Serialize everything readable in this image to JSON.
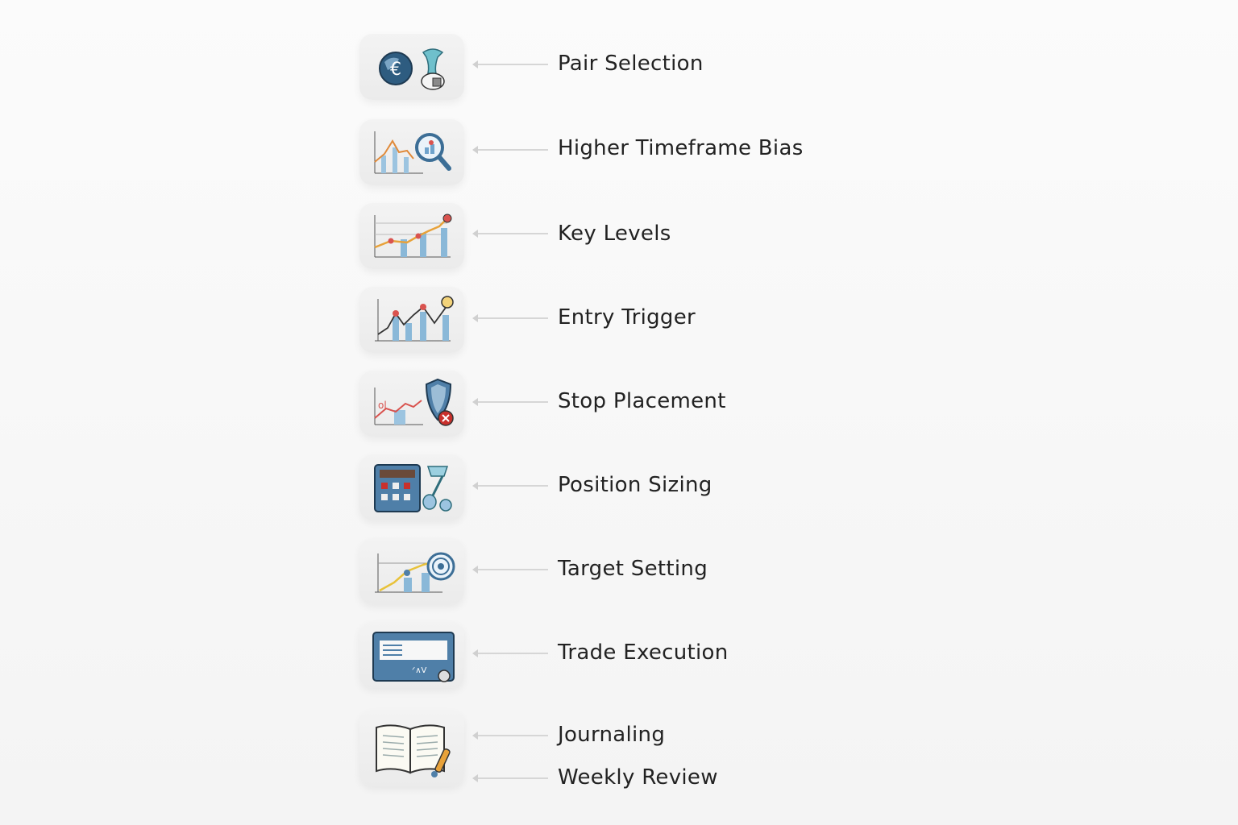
{
  "diagram": {
    "type": "vertical-step-list",
    "steps": [
      {
        "label": "Pair Selection",
        "icon": "currency-pair-icon"
      },
      {
        "label": "Higher Timeframe Bias",
        "icon": "chart-magnifier-icon"
      },
      {
        "label": "Key Levels",
        "icon": "chart-levels-icon"
      },
      {
        "label": "Entry Trigger",
        "icon": "chart-entry-icon"
      },
      {
        "label": "Stop Placement",
        "icon": "chart-shield-icon"
      },
      {
        "label": "Position Sizing",
        "icon": "calculator-percent-icon"
      },
      {
        "label": "Target Setting",
        "icon": "chart-target-icon"
      },
      {
        "label": "Trade Execution",
        "icon": "trading-screen-icon"
      },
      {
        "label": "Journaling",
        "icon": "open-journal-icon"
      },
      {
        "label": "Weekly Review",
        "icon": "open-journal-icon"
      }
    ],
    "colors": {
      "accent_blue": "#4a7fa8",
      "accent_red": "#d9534f",
      "accent_orange": "#e8a23a",
      "connector": "#d6d6d6",
      "text": "#222222",
      "tile_bg": "#efefef"
    }
  }
}
